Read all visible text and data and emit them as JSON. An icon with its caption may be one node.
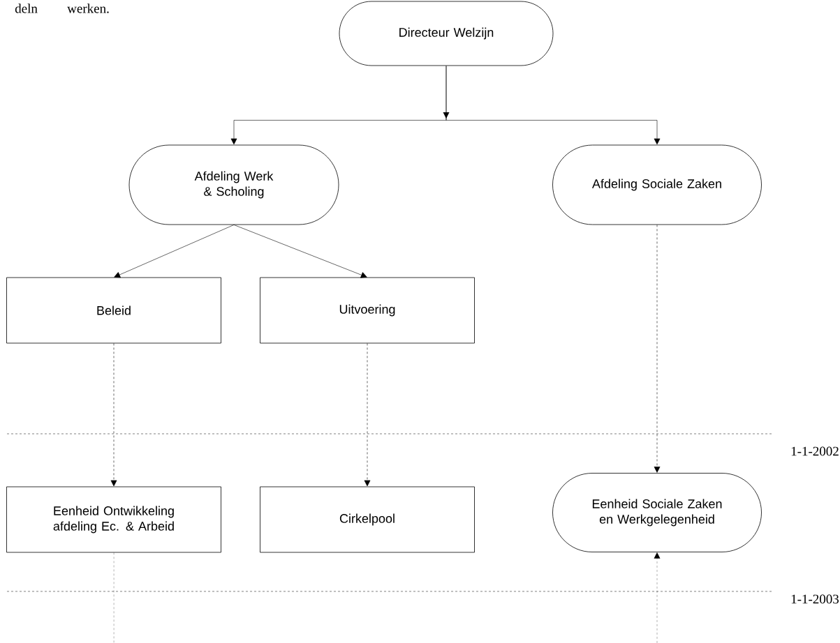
{
  "diagram": {
    "nodes": [
      {
        "text": [
          "Directeur Welzijn"
        ]
      },
      {
        "text": [
          "Afdeling Werk & Scholing"
        ]
      },
      {
        "text": [
          "Afdeling Sociale Zaken"
        ]
      },
      {
        "text": [
          "Beleid"
        ]
      },
      {
        "text": [
          "Uitvoering"
        ]
      },
      {
        "text": [
          "Eenheid Ontwikkeling afdeling Ec. & Arbeid"
        ]
      },
      {
        "text": [
          "Cirkelpool"
        ]
      },
      {
        "text": [
          "Eenheid Sociale Zaken en Werkgelegenheid"
        ]
      }
    ],
    "edges": [
      {
        "from": 0,
        "to": 1,
        "arrow": "to"
      },
      {
        "from": 0,
        "to": 2,
        "arrow": "to"
      },
      {
        "from": 1,
        "to": 3,
        "arrow": "to"
      },
      {
        "from": 1,
        "to": 4,
        "arrow": "to"
      },
      {
        "from": 3,
        "to": 5,
        "arrow": "to",
        "style": "dashed"
      },
      {
        "from": 4,
        "to": 6,
        "arrow": "to",
        "style": "dashed"
      },
      {
        "from": 2,
        "to": 7,
        "arrow": "to",
        "style": "dashed"
      },
      {
        "from": 5,
        "to": null,
        "arrow": "none",
        "style": "dashed"
      },
      {
        "from": null,
        "to": 7,
        "arrow": "to",
        "style": "dashed"
      }
    ],
    "labels": [
      "deln",
      "werken.",
      "1-1-2002",
      "1-1-2003"
    ]
  }
}
